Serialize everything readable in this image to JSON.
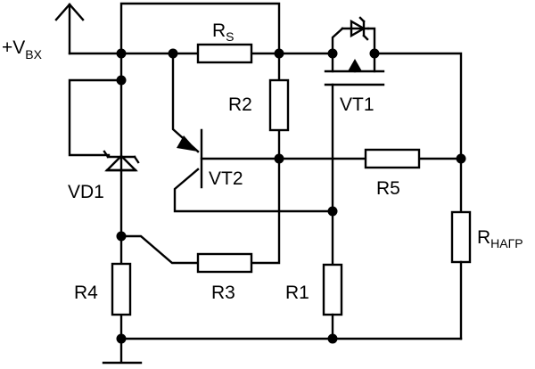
{
  "labels": {
    "vin_prefix": "+V",
    "vin_sub": "BX",
    "rs_main": "R",
    "rs_sub": "S",
    "r2": "R2",
    "vt1": "VT1",
    "vt2": "VT2",
    "vd1": "VD1",
    "r5": "R5",
    "rload_main": "R",
    "rload_sub": "НАГР",
    "r4": "R4",
    "r3": "R3",
    "r1": "R1"
  }
}
